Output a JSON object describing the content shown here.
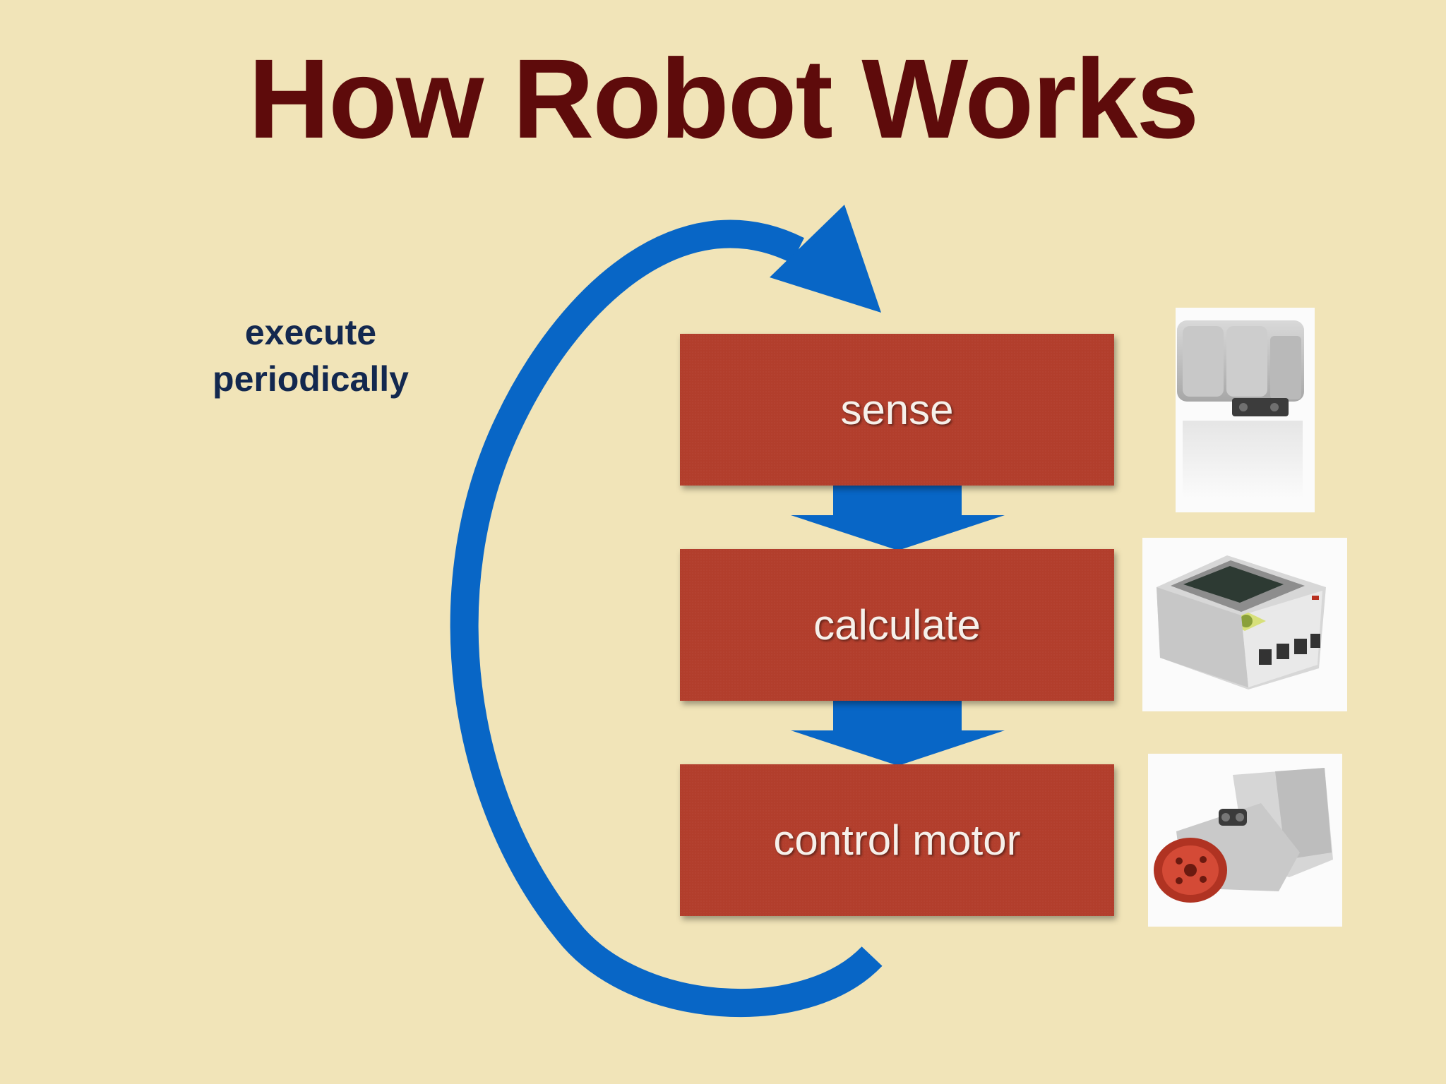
{
  "slide": {
    "title": "How Robot Works",
    "loop_label_line1": "execute",
    "loop_label_line2": "periodically"
  },
  "steps": [
    {
      "label": "sense",
      "image": "ev3-ultrasonic-sensor"
    },
    {
      "label": "calculate",
      "image": "ev3-intelligent-brick"
    },
    {
      "label": "control motor",
      "image": "ev3-large-motor"
    }
  ],
  "colors": {
    "background": "#f1e4b8",
    "title": "#5e0b0b",
    "label": "#13284f",
    "step_box": "#b23e2c",
    "arrow": "#0866c6"
  }
}
